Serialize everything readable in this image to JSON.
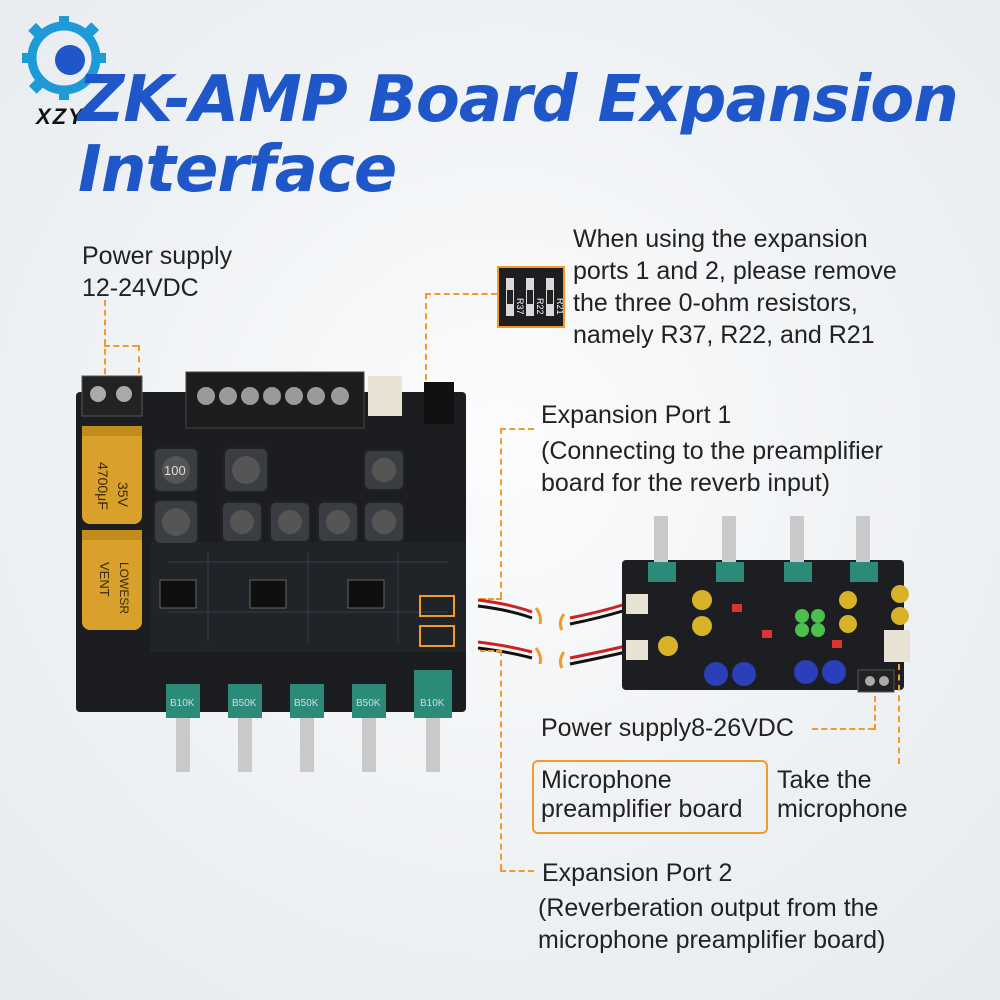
{
  "logo": {
    "text": "XZY",
    "icon": "gear-logo-icon"
  },
  "title": {
    "line1": "ZK-AMP Board Expansion",
    "line2": "Interface"
  },
  "power_supply_main": {
    "line1": "Power supply",
    "line2": "12-24VDC"
  },
  "resistor_note": {
    "line1": "When using the expansion",
    "line2": "ports 1 and 2, please remove",
    "line3": "the three 0-ohm resistors,",
    "line4": "namely R37, R22, and R21"
  },
  "resistor_chip": {
    "r1": "R37",
    "r2": "R22",
    "r3": "R21"
  },
  "expansion_port_1": {
    "line1": "Expansion Port 1",
    "line2": "(Connecting to the preamplifier",
    "line3": "board for the reverb input)"
  },
  "power_supply_mic": {
    "text": "Power supply8-26VDC"
  },
  "mic_board": {
    "line1": "Microphone",
    "line2": "preamplifier board"
  },
  "take_mic": {
    "line1": "Take the",
    "line2": "microphone"
  },
  "expansion_port_2": {
    "line1": "Expansion Port 2",
    "line2": "(Reverberation output from the",
    "line3": "microphone preamplifier board)"
  },
  "main_board": {
    "inductor_label": "100",
    "capacitor1": {
      "line1": "4700μF",
      "line2": "35V"
    },
    "capacitor2": {
      "line1": "VENT",
      "line2": "LOWESR"
    },
    "knob_labels": [
      "B10K",
      "B50K",
      "B50K",
      "B50K",
      "B10K"
    ]
  },
  "colors": {
    "accent": "#1f57c9",
    "callout": "#f39a2a",
    "pcb": "#1b1d21",
    "knob": "#2b8a78"
  }
}
